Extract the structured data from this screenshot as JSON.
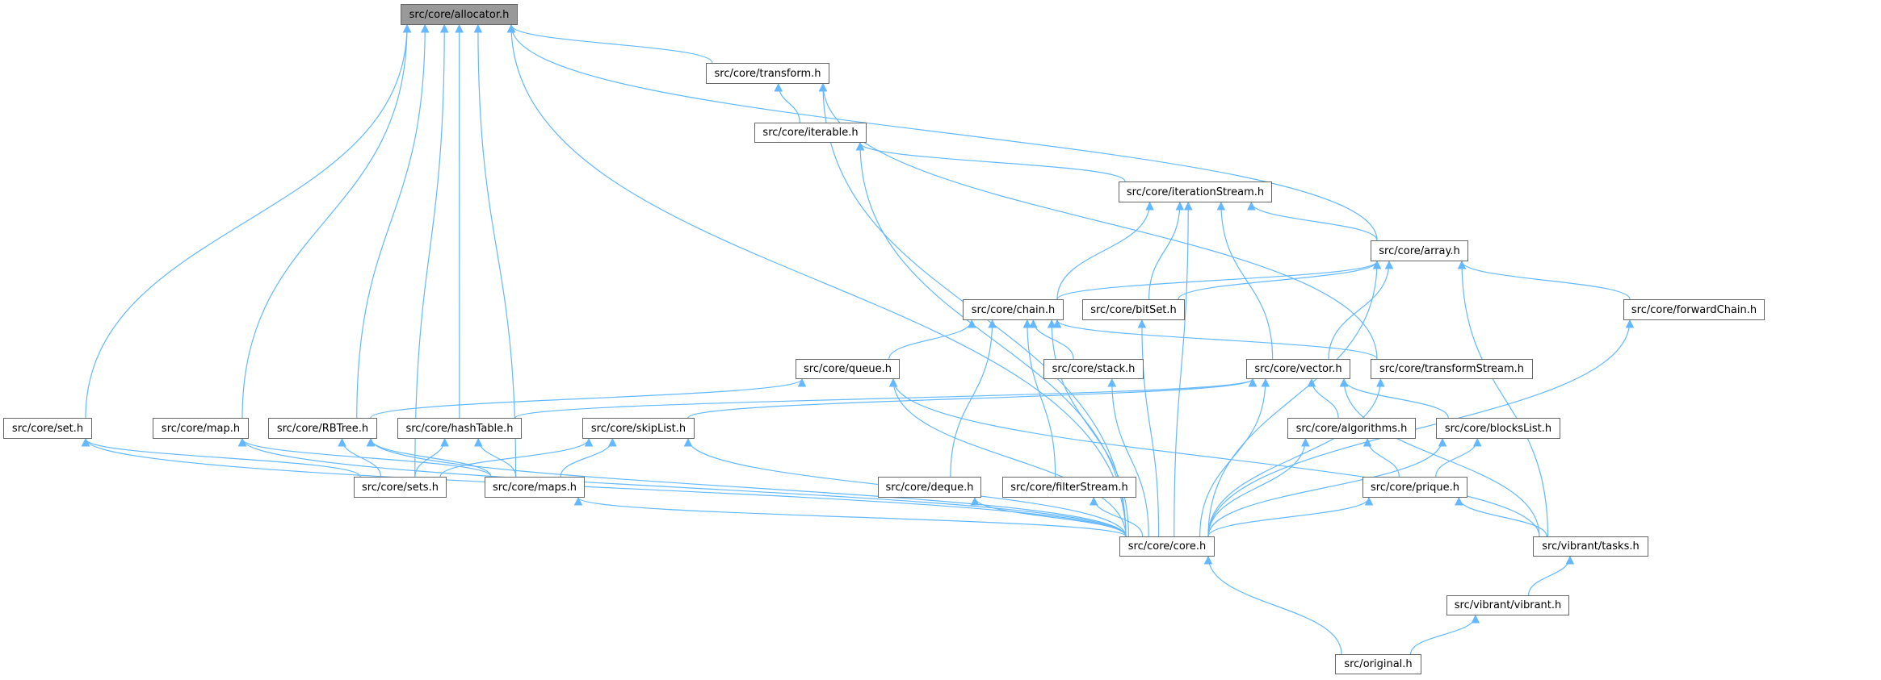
{
  "graph": {
    "type": "include-dependency-graph",
    "edge_color": "#63b8ff",
    "root_fill": "#999999",
    "nodes": [
      {
        "id": "allocator",
        "label": "src/core/allocator.h",
        "root": true
      },
      {
        "id": "transform",
        "label": "src/core/transform.h"
      },
      {
        "id": "iterable",
        "label": "src/core/iterable.h"
      },
      {
        "id": "iterationStream",
        "label": "src/core/iterationStream.h"
      },
      {
        "id": "array",
        "label": "src/core/array.h"
      },
      {
        "id": "chain",
        "label": "src/core/chain.h"
      },
      {
        "id": "bitSet",
        "label": "src/core/bitSet.h"
      },
      {
        "id": "forwardChain",
        "label": "src/core/forwardChain.h"
      },
      {
        "id": "queue",
        "label": "src/core/queue.h"
      },
      {
        "id": "stack",
        "label": "src/core/stack.h"
      },
      {
        "id": "vector",
        "label": "src/core/vector.h"
      },
      {
        "id": "transformStream",
        "label": "src/core/transformStream.h"
      },
      {
        "id": "set",
        "label": "src/core/set.h"
      },
      {
        "id": "map",
        "label": "src/core/map.h"
      },
      {
        "id": "RBTree",
        "label": "src/core/RBTree.h"
      },
      {
        "id": "hashTable",
        "label": "src/core/hashTable.h"
      },
      {
        "id": "skipList",
        "label": "src/core/skipList.h"
      },
      {
        "id": "algorithms",
        "label": "src/core/algorithms.h"
      },
      {
        "id": "blocksList",
        "label": "src/core/blocksList.h"
      },
      {
        "id": "sets",
        "label": "src/core/sets.h"
      },
      {
        "id": "maps",
        "label": "src/core/maps.h"
      },
      {
        "id": "deque",
        "label": "src/core/deque.h"
      },
      {
        "id": "filterStream",
        "label": "src/core/filterStream.h"
      },
      {
        "id": "prique",
        "label": "src/core/prique.h"
      },
      {
        "id": "core",
        "label": "src/core/core.h"
      },
      {
        "id": "tasks",
        "label": "src/vibrant/tasks.h"
      },
      {
        "id": "vibrant",
        "label": "src/vibrant/vibrant.h"
      },
      {
        "id": "original",
        "label": "src/original.h"
      }
    ],
    "edges": [
      [
        "allocator",
        "set"
      ],
      [
        "allocator",
        "sets"
      ],
      [
        "allocator",
        "map"
      ],
      [
        "allocator",
        "RBTree"
      ],
      [
        "allocator",
        "hashTable"
      ],
      [
        "allocator",
        "maps"
      ],
      [
        "allocator",
        "transform"
      ],
      [
        "allocator",
        "array"
      ],
      [
        "allocator",
        "core"
      ],
      [
        "transform",
        "iterable"
      ],
      [
        "transform",
        "core"
      ],
      [
        "transform",
        "transformStream"
      ],
      [
        "iterable",
        "iterationStream"
      ],
      [
        "iterable",
        "core"
      ],
      [
        "iterationStream",
        "chain"
      ],
      [
        "iterationStream",
        "bitSet"
      ],
      [
        "iterationStream",
        "core"
      ],
      [
        "iterationStream",
        "vector"
      ],
      [
        "iterationStream",
        "array"
      ],
      [
        "array",
        "chain"
      ],
      [
        "array",
        "bitSet"
      ],
      [
        "array",
        "vector"
      ],
      [
        "array",
        "core"
      ],
      [
        "array",
        "forwardChain"
      ],
      [
        "array",
        "tasks"
      ],
      [
        "chain",
        "queue"
      ],
      [
        "chain",
        "stack"
      ],
      [
        "chain",
        "deque"
      ],
      [
        "chain",
        "filterStream"
      ],
      [
        "chain",
        "core"
      ],
      [
        "chain",
        "transformStream"
      ],
      [
        "queue",
        "RBTree"
      ],
      [
        "queue",
        "core"
      ],
      [
        "queue",
        "tasks"
      ],
      [
        "vector",
        "hashTable"
      ],
      [
        "vector",
        "skipList"
      ],
      [
        "vector",
        "algorithms"
      ],
      [
        "vector",
        "blocksList"
      ],
      [
        "vector",
        "core"
      ],
      [
        "vector",
        "tasks"
      ],
      [
        "stack",
        "core"
      ],
      [
        "bitSet",
        "core"
      ],
      [
        "forwardChain",
        "core"
      ],
      [
        "transformStream",
        "core"
      ],
      [
        "set",
        "sets"
      ],
      [
        "set",
        "core"
      ],
      [
        "map",
        "maps"
      ],
      [
        "map",
        "core"
      ],
      [
        "RBTree",
        "sets"
      ],
      [
        "RBTree",
        "maps"
      ],
      [
        "RBTree",
        "core"
      ],
      [
        "hashTable",
        "sets"
      ],
      [
        "hashTable",
        "maps"
      ],
      [
        "skipList",
        "sets"
      ],
      [
        "skipList",
        "maps"
      ],
      [
        "skipList",
        "core"
      ],
      [
        "maps",
        "core"
      ],
      [
        "deque",
        "core"
      ],
      [
        "filterStream",
        "core"
      ],
      [
        "algorithms",
        "prique"
      ],
      [
        "algorithms",
        "core"
      ],
      [
        "blocksList",
        "prique"
      ],
      [
        "blocksList",
        "core"
      ],
      [
        "prique",
        "core"
      ],
      [
        "prique",
        "tasks"
      ],
      [
        "core",
        "original"
      ],
      [
        "tasks",
        "vibrant"
      ],
      [
        "vibrant",
        "original"
      ]
    ]
  }
}
